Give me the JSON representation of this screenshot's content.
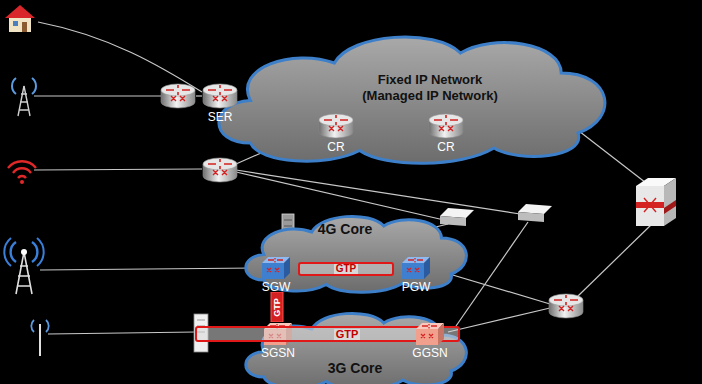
{
  "diagram": {
    "nodes": [
      {
        "text": [
          "Fixed IP Network (Managed IP Network)"
        ]
      },
      {
        "text": [
          "SER"
        ]
      },
      {
        "text": [
          "CR"
        ],
        "in": 0
      },
      {
        "text": [
          "CR"
        ],
        "in": 0
      },
      {
        "text": [
          "4G Core"
        ]
      },
      {
        "text": [
          "SGW"
        ],
        "in": 4
      },
      {
        "text": [
          "GTP"
        ],
        "in": 4
      },
      {
        "text": [
          "PGW"
        ],
        "in": 4
      },
      {
        "text": [
          "GTP"
        ]
      },
      {
        "text": [
          "3G Core"
        ]
      },
      {
        "text": [
          "SGSN"
        ],
        "in": 9
      },
      {
        "text": [
          "GTP"
        ],
        "in": 9
      },
      {
        "text": [
          "GGSN"
        ],
        "in": 9
      }
    ],
    "edges": [
      {
        "from": 1,
        "to": 2,
        "arrow": "none"
      },
      {
        "from": 2,
        "to": 3,
        "arrow": "none"
      }
    ]
  }
}
